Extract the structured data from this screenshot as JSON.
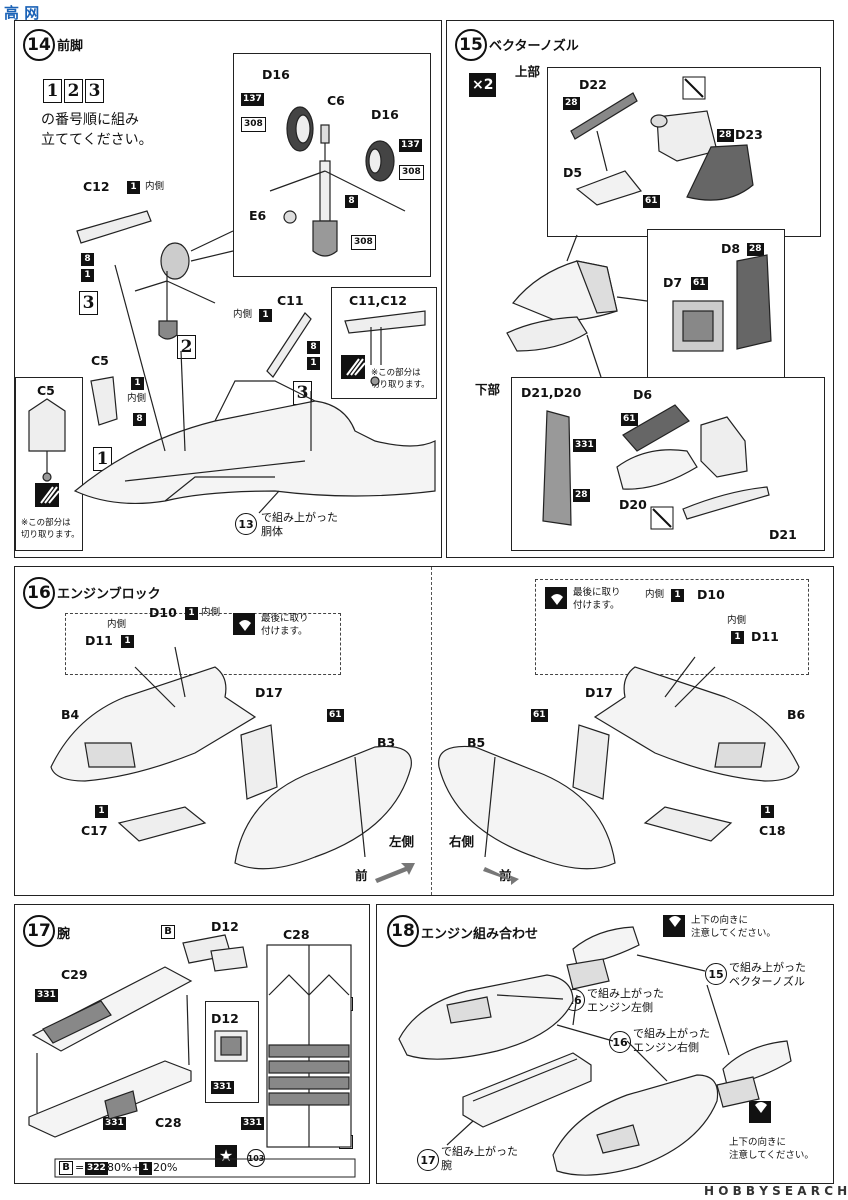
{
  "site_logo": "高 网",
  "watermark": "H O B B Y S E A R C H",
  "steps": {
    "s14": {
      "num": "14",
      "title": "前脚",
      "seq": [
        "1",
        "2",
        "3"
      ],
      "instruction_line1": "の番号順に組み",
      "instruction_line2": "立ててください。",
      "labels": {
        "d16a": "D16",
        "c6": "C6",
        "d16b": "D16",
        "e6": "E6",
        "c12": "C12",
        "c11": "C11",
        "c5": "C5",
        "c5_detail": "C5",
        "c11c12": "C11,C12"
      },
      "inner": "内側",
      "codes": {
        "137": "137",
        "308": "308",
        "8": "8",
        "1": "1"
      },
      "cut_note_line1": "※この部分は",
      "cut_note_line2": "切り取ります。",
      "ref_num": "13",
      "ref_line1": "で組み上がった",
      "ref_line2": "胴体"
    },
    "s15": {
      "num": "15",
      "title": "ベクターノズル",
      "mult": "×2",
      "upper": "上部",
      "lower": "下部",
      "labels": {
        "d22": "D22",
        "d23": "D23",
        "d5": "D5",
        "d8": "D8",
        "d7": "D7",
        "d21d20": "D21,D20",
        "d6": "D6",
        "d20": "D20",
        "d21": "D21"
      },
      "codes": {
        "28": "28",
        "61": "61",
        "331": "331"
      }
    },
    "s16": {
      "num": "16",
      "title": "エンジンブロック",
      "last_note_line1": "最後に取り",
      "last_note_line2": "付けます。",
      "inner": "内側",
      "labels": {
        "d10": "D10",
        "d11": "D11",
        "d17": "D17",
        "b4": "B4",
        "b3": "B3",
        "b5": "B5",
        "b6": "B6",
        "c17": "C17",
        "c18": "C18"
      },
      "left_side": "左側",
      "right_side": "右側",
      "front": "前",
      "codes": {
        "61": "61",
        "1": "1"
      }
    },
    "s17": {
      "num": "17",
      "title": "腕",
      "labels": {
        "d12": "D12",
        "d12b": "D12",
        "c29": "C29",
        "c28": "C28",
        "c28b": "C28"
      },
      "codes": {
        "331": "331",
        "103": "103",
        "b": "B"
      },
      "mix_b": "B",
      "mix_eq": "=",
      "mix_a": "322",
      "mix_a_pct": "80%+",
      "mix_c": "1",
      "mix_c_pct": "20%"
    },
    "s18": {
      "num": "18",
      "title": "エンジン組み合わせ",
      "orient_line1": "上下の向きに",
      "orient_line2": "注意してください。",
      "ref15_num": "15",
      "ref15_line1": "で組み上がった",
      "ref15_line2": "ベクターノズル",
      "ref16a_num": "16",
      "ref16a_line1": "で組み上がった",
      "ref16a_line2": "エンジン左側",
      "ref16b_num": "16",
      "ref16b_line1": "で組み上がった",
      "ref16b_line2": "エンジン右側",
      "ref17_num": "17",
      "ref17_line1": "で組み上がった",
      "ref17_line2": "腕"
    }
  }
}
